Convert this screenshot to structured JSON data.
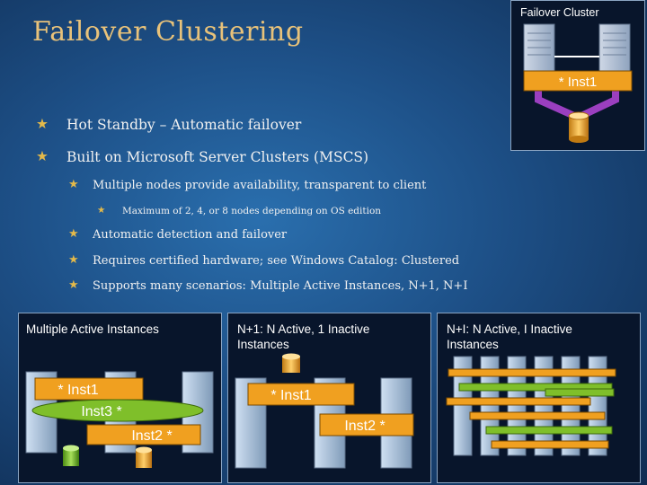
{
  "slide": {
    "title": "Failover Clustering",
    "bullets": [
      {
        "text": "Hot Standby – Automatic failover"
      },
      {
        "text": "Built on Microsoft Server Clusters (MSCS)"
      },
      {
        "text": "Multiple nodes provide availability, transparent to client"
      },
      {
        "text": "Maximum of 2, 4, or 8 nodes depending on OS edition"
      },
      {
        "text": "Automatic detection and failover"
      },
      {
        "text": "Requires certified hardware; see Windows Catalog: Clustered"
      },
      {
        "text": "Supports many scenarios: Multiple Active Instances, N+1, N+I"
      }
    ]
  },
  "top_diagram": {
    "caption": "Failover Cluster",
    "instance_label": "* Inst1"
  },
  "panels": {
    "multi_active": {
      "caption": "Multiple Active Instances",
      "inst1": "* Inst1",
      "inst3": "Inst3 *",
      "inst2": "Inst2 *"
    },
    "n_plus_1": {
      "caption": "N+1: N Active, 1 Inactive Instances",
      "inst1": "* Inst1",
      "inst2": "Inst2 *"
    },
    "n_plus_i": {
      "caption": "N+I: N Active, I Inactive Instances"
    }
  },
  "colors": {
    "title": "#e8c27a",
    "bullet_star": "#e3b94a",
    "inst_orange": "#f0a020",
    "inst_green": "#7fbf2a",
    "link_purple": "#9b3fc0"
  }
}
